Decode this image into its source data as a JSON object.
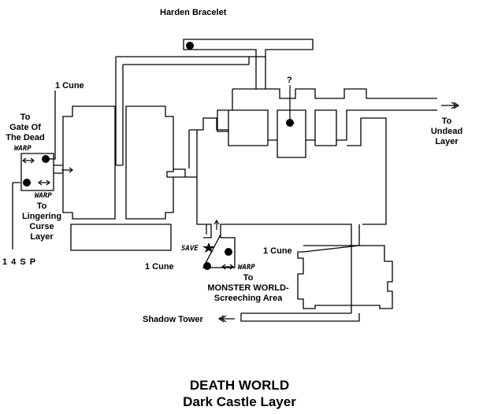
{
  "title": {
    "line1": "DEATH WORLD",
    "line2": "Dark Castle Layer"
  },
  "labels": {
    "harden_bracelet": "Harden Bracelet",
    "cune_top": "1 Cune",
    "question_mark": "?",
    "gate_of_dead_1": "To",
    "gate_of_dead_2": "Gate Of",
    "gate_of_dead_3": "The Dead",
    "warp_upper": "WARP",
    "warp_lower": "WARP",
    "lingering_1": "To",
    "lingering_2": "Lingering",
    "lingering_3": "Curse",
    "lingering_4": "Layer",
    "sp": "1 4 S P",
    "undead_1": "To",
    "undead_2": "Undead",
    "undead_3": "Layer",
    "save": "SAVE",
    "cune_right": "1 Cune",
    "cune_left": "1 Cune",
    "warp_monster": "WARP",
    "monster_1": "To",
    "monster_2": "MONSTER WORLD-",
    "monster_3": "Screeching Area",
    "shadow_tower": "Shadow Tower"
  },
  "icons": {
    "item": "filled-circle",
    "save_point": "star",
    "warp_link": "double-arrow",
    "exit": "open-arrow"
  }
}
